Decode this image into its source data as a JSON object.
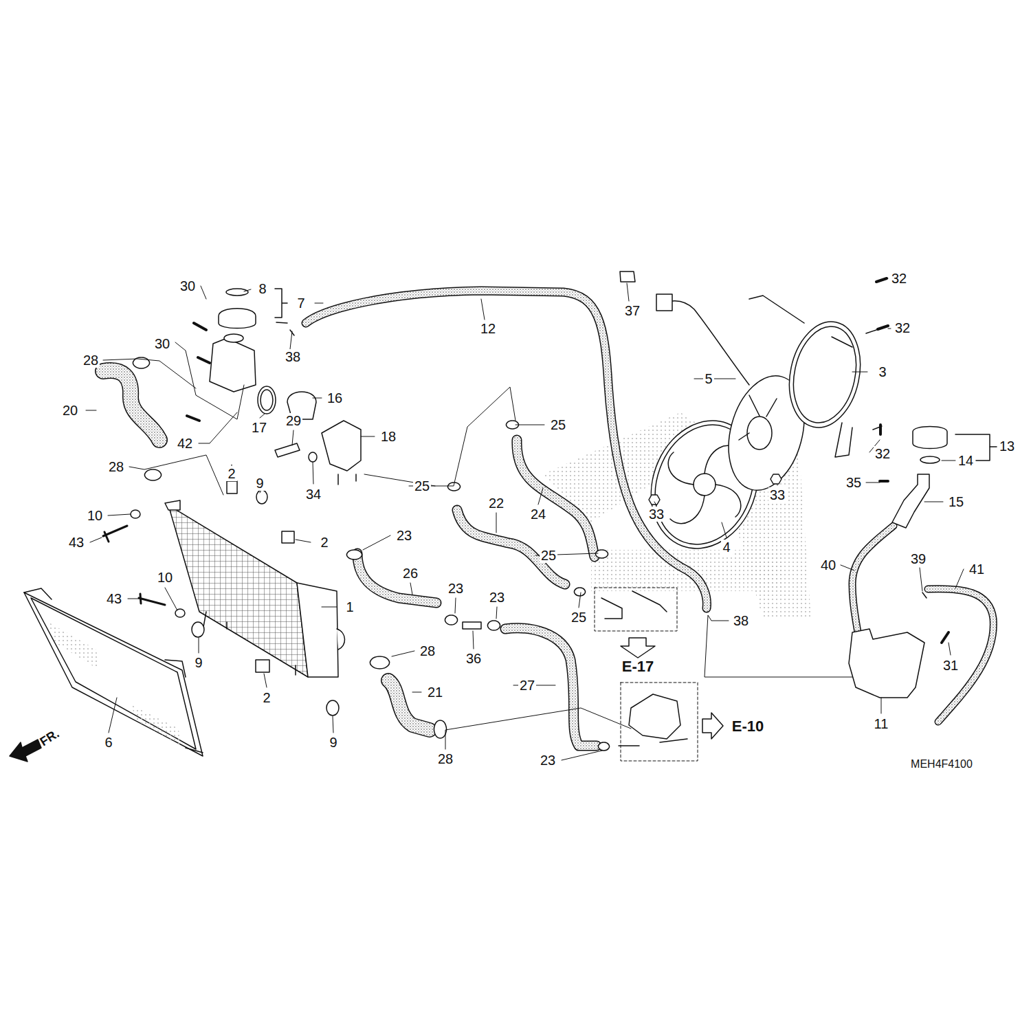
{
  "diagram": {
    "labels": [
      "30",
      "8",
      "7",
      "12",
      "37",
      "32",
      "32",
      "38",
      "30",
      "28",
      "3",
      "5",
      "16",
      "20",
      "17",
      "25",
      "18",
      "42",
      "13",
      "32",
      "14",
      "29",
      "28",
      "2",
      "9",
      "25",
      "34",
      "33",
      "33",
      "35",
      "15",
      "22",
      "24",
      "10",
      "4",
      "43",
      "2",
      "23",
      "25",
      "40",
      "39",
      "41",
      "10",
      "26",
      "23",
      "23",
      "43",
      "1",
      "25",
      "38",
      "9",
      "31",
      "36",
      "28",
      "E-17",
      "27",
      "2",
      "21",
      "11",
      "E-10",
      "6",
      "9",
      "28",
      "23",
      "FR.",
      "MEH4F4100"
    ]
  }
}
